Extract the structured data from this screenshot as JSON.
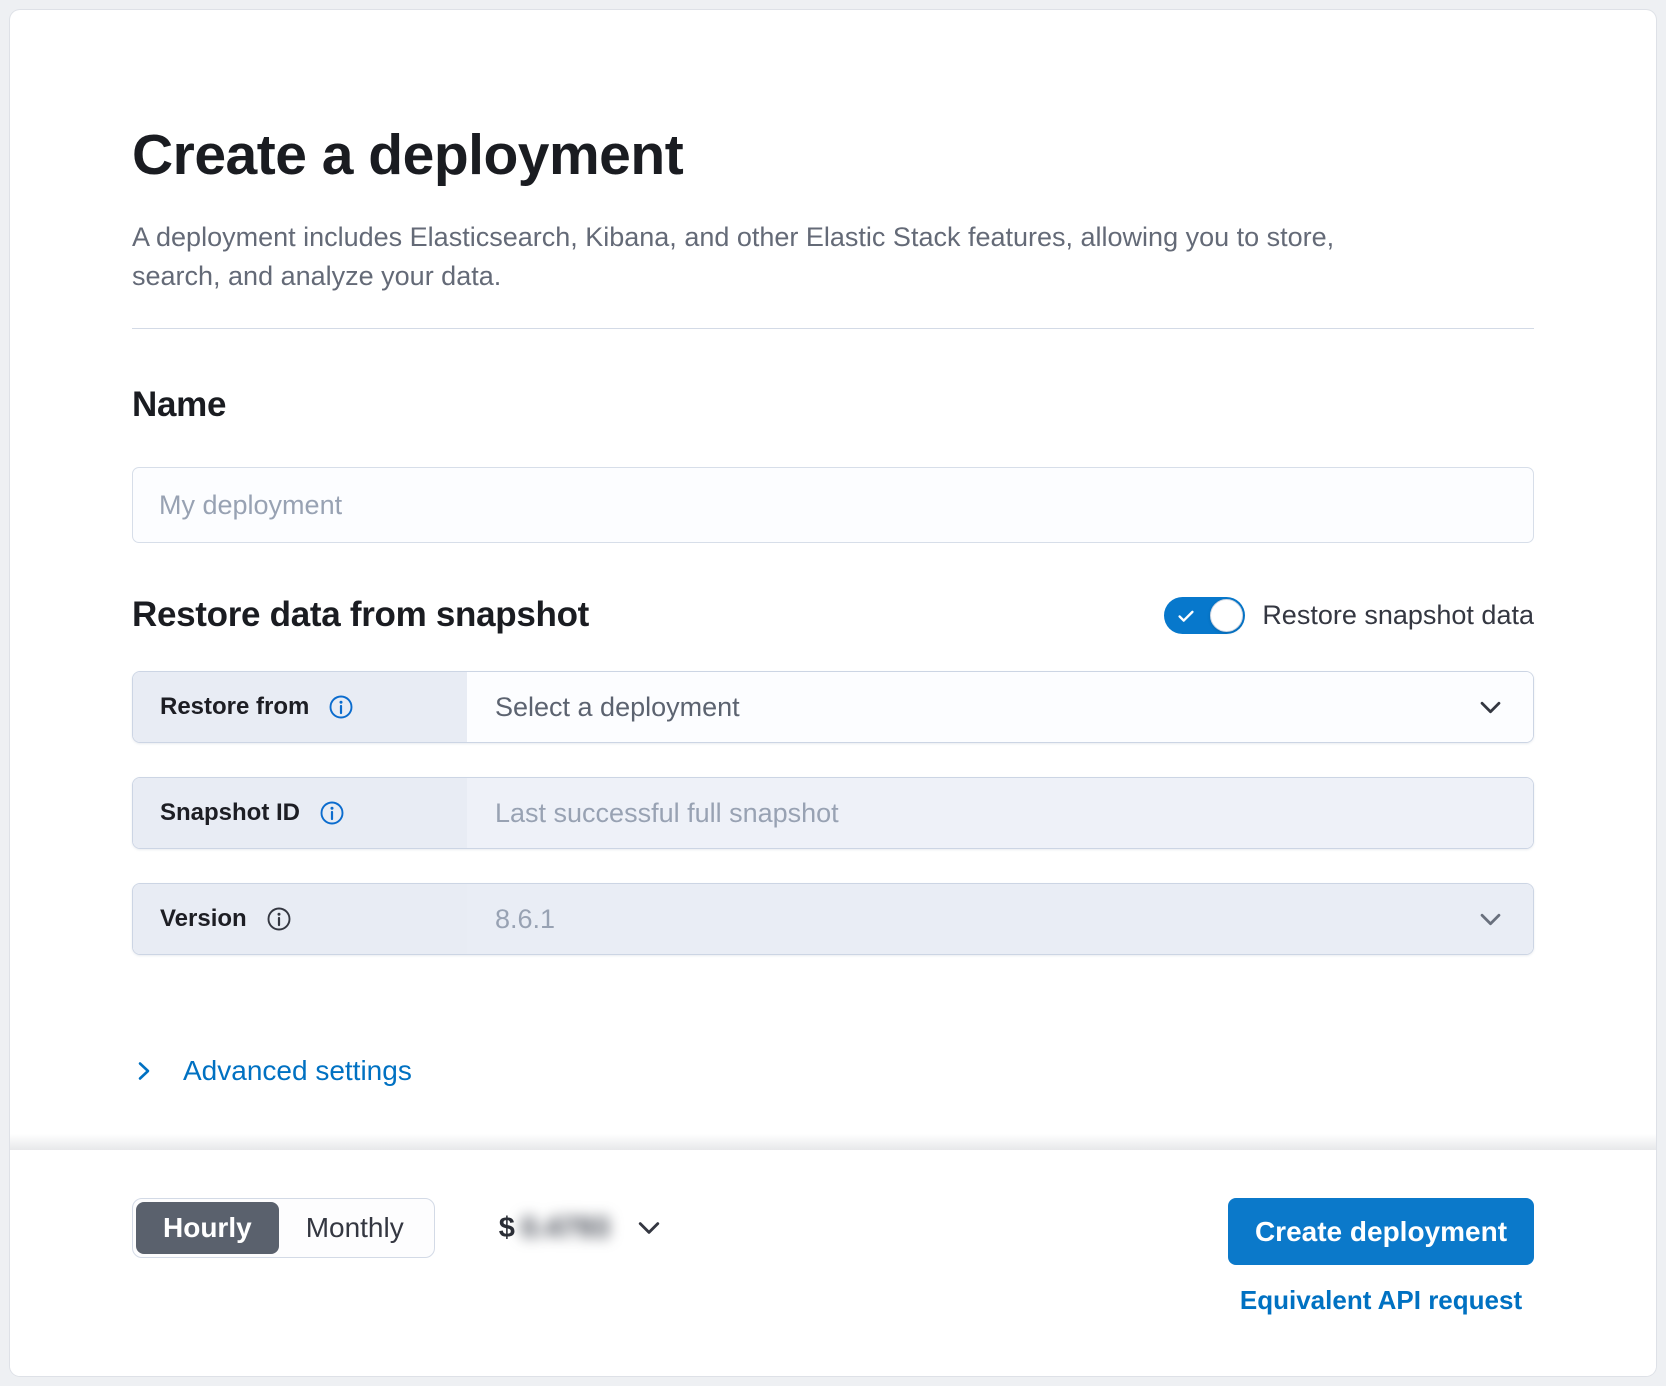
{
  "page": {
    "title": "Create a deployment",
    "subtitle": "A deployment includes Elasticsearch, Kibana, and other Elastic Stack features, allowing you to store, search, and analyze your data."
  },
  "name_section": {
    "heading": "Name",
    "input_placeholder": "My deployment"
  },
  "snapshot_section": {
    "heading": "Restore data from snapshot",
    "toggle_label": "Restore snapshot data",
    "toggle_on": true,
    "rows": [
      {
        "label": "Restore from",
        "value": "Select a deployment",
        "control": "select"
      },
      {
        "label": "Snapshot ID",
        "placeholder": "Last successful full snapshot",
        "control": "text-disabled"
      },
      {
        "label": "Version",
        "value": "8.6.1",
        "control": "select-disabled"
      }
    ],
    "advanced_link": "Advanced settings"
  },
  "footer": {
    "billing_options": [
      "Hourly",
      "Monthly"
    ],
    "selected_billing": "Hourly",
    "price_currency": "$",
    "price_value": "0.4793",
    "price_blurred": true,
    "create_button": "Create deployment",
    "api_link": "Equivalent API request"
  },
  "colors": {
    "primary_blue": "#0077cc",
    "link_blue": "#0071c2",
    "selected_billing_bg": "#5a616d",
    "label_cell_bg": "#e8ecf4",
    "border": "#d3dae6"
  }
}
